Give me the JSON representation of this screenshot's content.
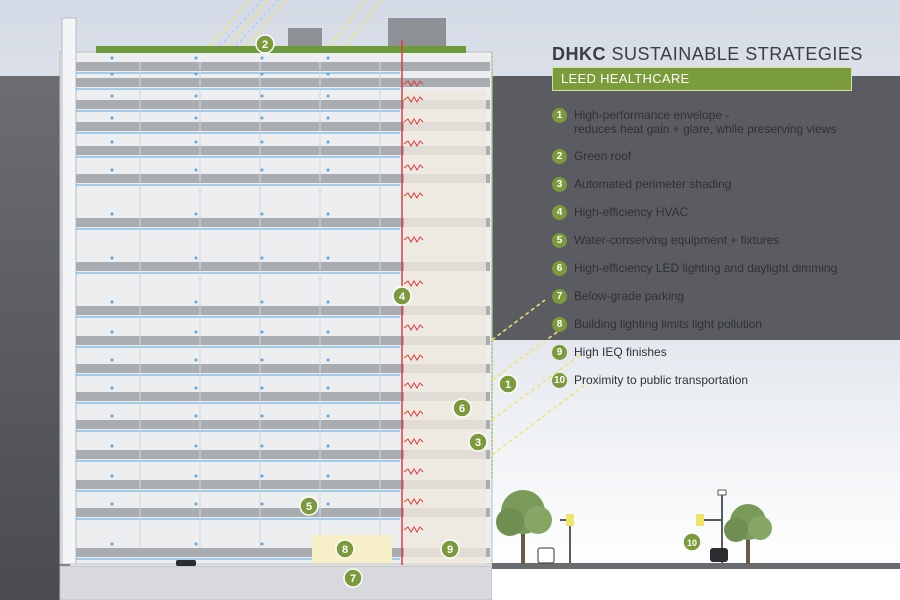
{
  "panel": {
    "title_bold": "DHKC",
    "title_light": "SUSTAINABLE STRATEGIES",
    "subtitle": "LEED HEALTHCARE"
  },
  "strategies": [
    {
      "num": "1",
      "text": "High-performance envelope -",
      "subtext": "reduces heat gain + glare, while preserving views"
    },
    {
      "num": "2",
      "text": "Green roof"
    },
    {
      "num": "3",
      "text": "Automated perimeter shading"
    },
    {
      "num": "4",
      "text": "High-efficiency HVAC"
    },
    {
      "num": "5",
      "text": "Water-conserving equipment + fixtures"
    },
    {
      "num": "6",
      "text": "High-efficiency LED lighting and daylight dimming"
    },
    {
      "num": "7",
      "text": "Below-grade parking"
    },
    {
      "num": "8",
      "text": "Building lighting limits light pollution"
    },
    {
      "num": "9",
      "text": "High IEQ finishes"
    },
    {
      "num": "10",
      "text": "Proximity to public transportation"
    }
  ],
  "callouts": [
    {
      "num": "2"
    },
    {
      "num": "4"
    },
    {
      "num": "1"
    },
    {
      "num": "6"
    },
    {
      "num": "3"
    },
    {
      "num": "5"
    },
    {
      "num": "8"
    },
    {
      "num": "9"
    },
    {
      "num": "7"
    },
    {
      "num": "10"
    }
  ],
  "colors": {
    "accent_green": "#7a9a3c",
    "water_blue": "#5aa9e0",
    "heat_red": "#e03a3a",
    "light_yellow": "#f2e36b"
  }
}
